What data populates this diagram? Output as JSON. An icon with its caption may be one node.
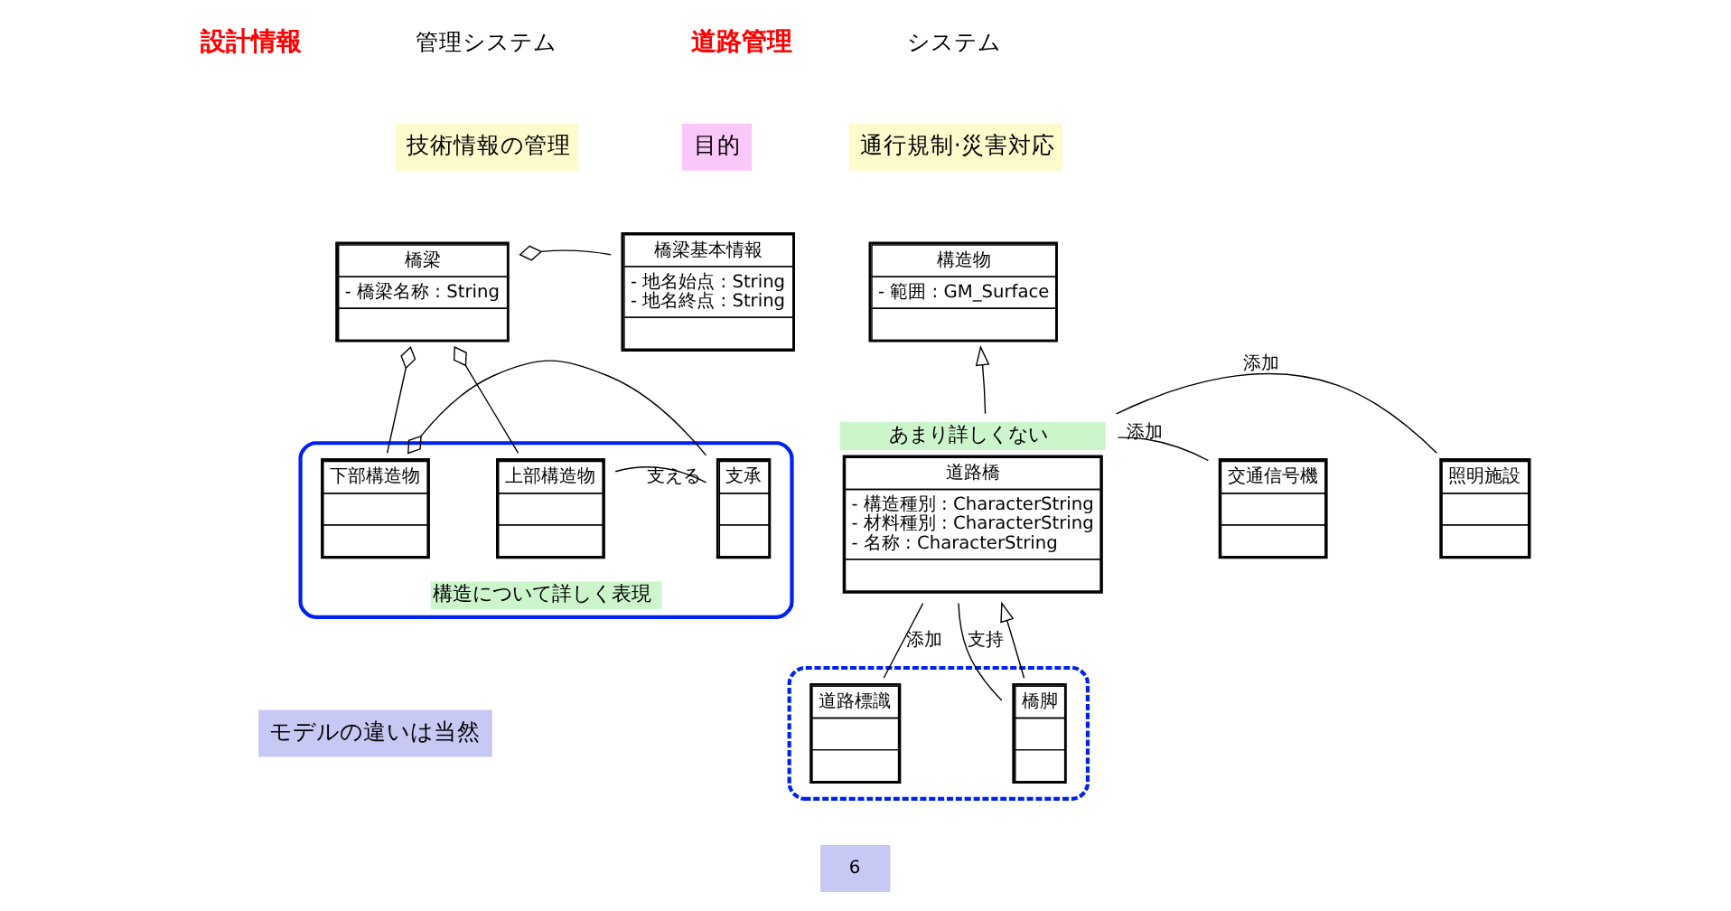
{
  "diagram": {
    "nodes": [
      {
        "text": [
          "橋梁",
          "- 橋梁名称 : String"
        ]
      },
      {
        "text": [
          "橋梁基本情報",
          "- 地名始点 : String",
          "- 地名終点 : String"
        ]
      },
      {
        "text": [],
        "shape": "box",
        "beside": [
          "構造について詳しく表現"
        ]
      },
      {
        "text": [
          "下部構造物"
        ],
        "in": 2
      },
      {
        "text": [
          "支承"
        ],
        "in": 2
      },
      {
        "text": [
          "上部構造物"
        ],
        "in": 2
      },
      {
        "text": [
          "構造物",
          "- 範囲 : GM_Surface"
        ]
      },
      {
        "text": [
          "道路橋",
          "- 構造種別 : CharacterString",
          "- 材料種別 : CharacterString",
          "- 名称 : CharacterString"
        ],
        "beside": [
          "あまり詳しくない"
        ]
      },
      {
        "text": [],
        "shape": "box"
      },
      {
        "text": [
          "橋脚"
        ],
        "in": 8
      },
      {
        "text": [
          "道路標識"
        ],
        "in": 8
      },
      {
        "text": [
          "交通信号機"
        ]
      },
      {
        "text": [
          "照明施設"
        ]
      }
    ],
    "edges": [
      {
        "from": 0,
        "to": 1,
        "arrow": "other"
      },
      {
        "from": 0,
        "to": 3,
        "arrow": "other"
      },
      {
        "from": 0,
        "to": 5,
        "arrow": "other"
      },
      {
        "from": 3,
        "to": 4,
        "arrow": "other"
      },
      {
        "from": 4,
        "to": 5,
        "arrow": "none",
        "label": "支える"
      },
      {
        "from": 7,
        "to": 6,
        "arrow": "to"
      },
      {
        "from": 7,
        "to": 9,
        "arrow": "none",
        "label": "支持"
      },
      {
        "from": 9,
        "to": 7,
        "arrow": "to"
      },
      {
        "from": 7,
        "to": 10,
        "arrow": "none",
        "label": "添加"
      },
      {
        "from": 7,
        "to": 11,
        "arrow": "none",
        "label": "添加"
      },
      {
        "from": 7,
        "to": 12,
        "arrow": "none",
        "label": "添加"
      }
    ],
    "labels": [
      "設計情報",
      "管理システム",
      "道路管理",
      "システム",
      "技術情報の管理",
      "目的",
      "通行規制·災害対応",
      "モデルの違いは当然",
      "6"
    ]
  }
}
